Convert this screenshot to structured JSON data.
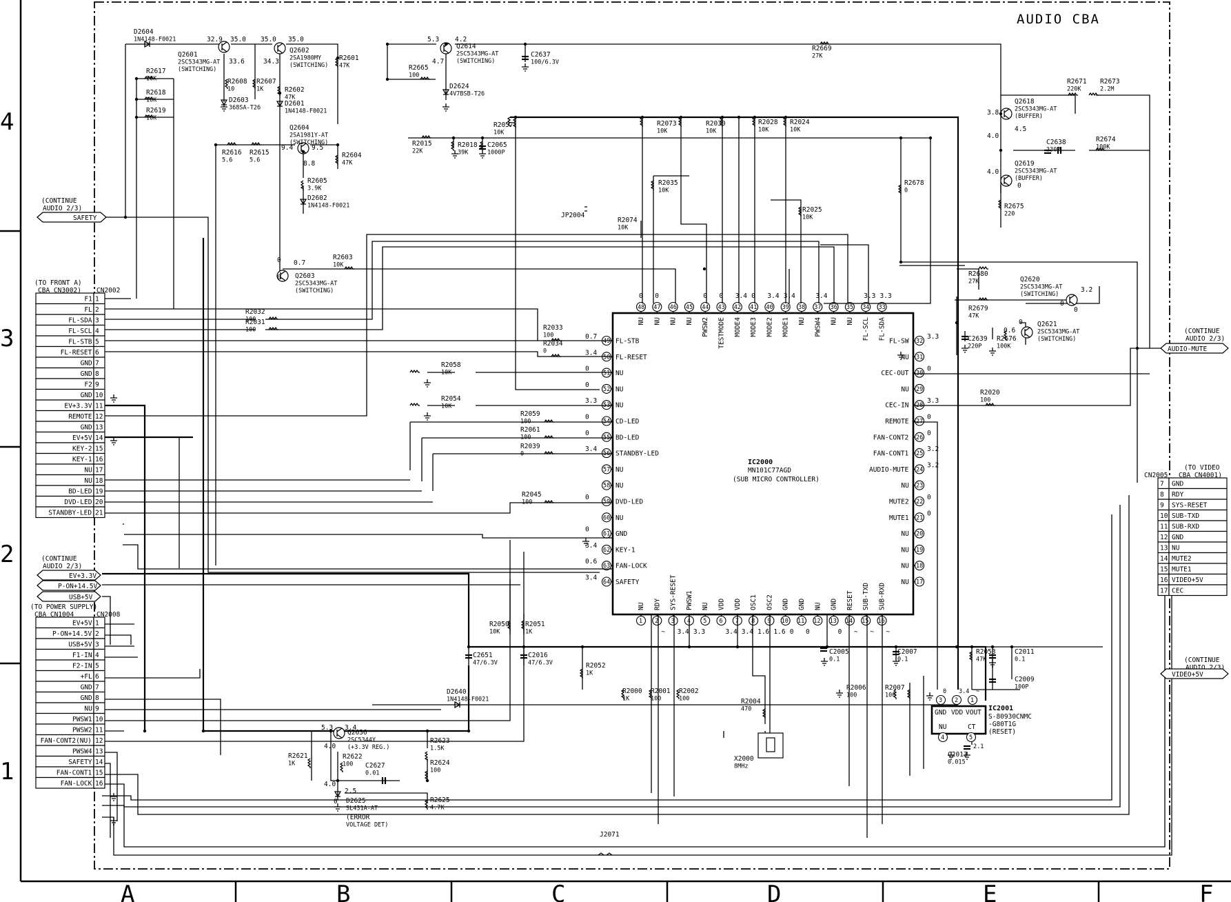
{
  "title": "AUDIO CBA",
  "grid": {
    "rows": [
      "4",
      "3",
      "2",
      "1"
    ],
    "cols": [
      "A",
      "B",
      "C",
      "D",
      "E",
      "F"
    ]
  },
  "ic_main": {
    "ref": "IC2000",
    "part": "MN101C77AGD",
    "desc": "(SUB MICRO CONTROLLER)",
    "left_pins": [
      {
        "n": "49",
        "name": "FL-STB",
        "v": "0.7"
      },
      {
        "n": "50",
        "name": "FL-RESET",
        "v": "3.4"
      },
      {
        "n": "51",
        "name": "NU",
        "v": "0"
      },
      {
        "n": "52",
        "name": "NU",
        "v": "0"
      },
      {
        "n": "53",
        "name": "NU",
        "v": "3.3"
      },
      {
        "n": "54",
        "name": "CD-LED",
        "v": "0"
      },
      {
        "n": "55",
        "name": "BD-LED",
        "v": "0"
      },
      {
        "n": "56",
        "name": "STANDBY-LED",
        "v": "3.4"
      },
      {
        "n": "57",
        "name": "NU",
        "v": ""
      },
      {
        "n": "58",
        "name": "NU",
        "v": ""
      },
      {
        "n": "59",
        "name": "DVD-LED",
        "v": "0"
      },
      {
        "n": "60",
        "name": "NU",
        "v": ""
      },
      {
        "n": "61",
        "name": "GND",
        "v": "0"
      },
      {
        "n": "62",
        "name": "KEY-1",
        "v": "3.4"
      },
      {
        "n": "63",
        "name": "FAN-LOCK",
        "v": "0.6"
      },
      {
        "n": "64",
        "name": "SAFETY",
        "v": "3.4"
      }
    ],
    "right_pins": [
      {
        "n": "32",
        "name": "FL-SW",
        "v": "3.3"
      },
      {
        "n": "31",
        "name": "NU",
        "v": ""
      },
      {
        "n": "30",
        "name": "CEC-OUT",
        "v": "0"
      },
      {
        "n": "29",
        "name": "NU",
        "v": ""
      },
      {
        "n": "28",
        "name": "CEC-IN",
        "v": "3.3"
      },
      {
        "n": "27",
        "name": "REMOTE",
        "v": "0"
      },
      {
        "n": "26",
        "name": "FAN-CONT2",
        "v": "0"
      },
      {
        "n": "25",
        "name": "FAN-CONT1",
        "v": "3.2"
      },
      {
        "n": "24",
        "name": "AUDIO-MUTE",
        "v": "3.2"
      },
      {
        "n": "23",
        "name": "NU",
        "v": ""
      },
      {
        "n": "22",
        "name": "MUTE2",
        "v": "0"
      },
      {
        "n": "21",
        "name": "MUTE1",
        "v": "0"
      },
      {
        "n": "20",
        "name": "NU",
        "v": ""
      },
      {
        "n": "19",
        "name": "NU",
        "v": ""
      },
      {
        "n": "18",
        "name": "NU",
        "v": ""
      },
      {
        "n": "17",
        "name": "NU",
        "v": ""
      }
    ],
    "top_pins": [
      {
        "n": "48",
        "name": "NU",
        "v": "0"
      },
      {
        "n": "47",
        "name": "NU",
        "v": "0"
      },
      {
        "n": "46",
        "name": "NU",
        "v": ""
      },
      {
        "n": "45",
        "name": "NU",
        "v": ""
      },
      {
        "n": "44",
        "name": "PWSW2",
        "v": "0"
      },
      {
        "n": "43",
        "name": "TESTMODE",
        "v": "0"
      },
      {
        "n": "42",
        "name": "MODE4",
        "v": "3.4"
      },
      {
        "n": "41",
        "name": "MODE3",
        "v": "0"
      },
      {
        "n": "40",
        "name": "MODE2",
        "v": "3.4"
      },
      {
        "n": "39",
        "name": "MODE1",
        "v": "3.4"
      },
      {
        "n": "38",
        "name": "NU",
        "v": ""
      },
      {
        "n": "37",
        "name": "PWSW4",
        "v": "3.4"
      },
      {
        "n": "36",
        "name": "NU",
        "v": ""
      },
      {
        "n": "35",
        "name": "NU",
        "v": ""
      },
      {
        "n": "34",
        "name": "FL-SCL",
        "v": "3.3"
      },
      {
        "n": "33",
        "name": "FL-SDA",
        "v": "3.3"
      }
    ],
    "bottom_pins": [
      {
        "n": "1",
        "name": "NU",
        "v": ""
      },
      {
        "n": "2",
        "name": "RDY",
        "v": "~"
      },
      {
        "n": "3",
        "name": "SYS-RESET",
        "v": "3.4"
      },
      {
        "n": "4",
        "name": "PWSW1",
        "v": "3.3"
      },
      {
        "n": "5",
        "name": "NU",
        "v": ""
      },
      {
        "n": "6",
        "name": "VDD",
        "v": "3.4"
      },
      {
        "n": "7",
        "name": "VDD",
        "v": "3.4"
      },
      {
        "n": "8",
        "name": "OSC1",
        "v": "1.6"
      },
      {
        "n": "9",
        "name": "OSC2",
        "v": "1.6"
      },
      {
        "n": "10",
        "name": "GND",
        "v": "0"
      },
      {
        "n": "11",
        "name": "GND",
        "v": "0"
      },
      {
        "n": "12",
        "name": "NU",
        "v": ""
      },
      {
        "n": "13",
        "name": "GND",
        "v": "0"
      },
      {
        "n": "14",
        "name": "RESET",
        "v": "~"
      },
      {
        "n": "15",
        "name": "SUB-TXD",
        "v": "~"
      },
      {
        "n": "16",
        "name": "SUB-RXD",
        "v": "~"
      }
    ]
  },
  "cn2002": {
    "ref": "CN2002",
    "head": [
      "(TO FRONT A)",
      "CBA CN3002)"
    ],
    "rows": [
      [
        "F1",
        "1"
      ],
      [
        "FL",
        "2"
      ],
      [
        "FL-SDA",
        "3"
      ],
      [
        "FL-SCL",
        "4"
      ],
      [
        "FL-STB",
        "5"
      ],
      [
        "FL-RESET",
        "6"
      ],
      [
        "GND",
        "7"
      ],
      [
        "GND",
        "8"
      ],
      [
        "F2",
        "9"
      ],
      [
        "GND",
        "10"
      ],
      [
        "EV+3.3V",
        "11"
      ],
      [
        "REMOTE",
        "12"
      ],
      [
        "GND",
        "13"
      ],
      [
        "EV+5V",
        "14"
      ],
      [
        "KEY-2",
        "15"
      ],
      [
        "KEY-1",
        "16"
      ],
      [
        "NU",
        "17"
      ],
      [
        "NU",
        "18"
      ],
      [
        "BD-LED",
        "19"
      ],
      [
        "DVD-LED",
        "20"
      ],
      [
        "STANDBY-LED",
        "21"
      ]
    ]
  },
  "cn2008": {
    "ref": "CN2008",
    "head": [
      "(TO POWER SUPPLY)",
      "CBA CN1004"
    ],
    "rows": [
      [
        "EV+5V",
        "1"
      ],
      [
        "P-ON+14.5V",
        "2"
      ],
      [
        "USB+5V",
        "3"
      ],
      [
        "F1-IN",
        "4"
      ],
      [
        "F2-IN",
        "5"
      ],
      [
        "+FL",
        "6"
      ],
      [
        "GND",
        "7"
      ],
      [
        "GND",
        "8"
      ],
      [
        "NU",
        "9"
      ],
      [
        "PWSW1",
        "10"
      ],
      [
        "PWSW2",
        "11"
      ],
      [
        "PWSW4",
        "13"
      ],
      [
        "SAFETY",
        "14"
      ],
      [
        "FAN-CONT1",
        "15"
      ],
      [
        "FAN-LOCK",
        "16"
      ]
    ],
    "row12": [
      "FAN-CONT2(NU)",
      "12"
    ]
  },
  "cn2005": {
    "ref": "CN2005",
    "head": [
      "(TO VIDEO",
      "CBA CN4001)"
    ],
    "rows": [
      [
        "7",
        "GND"
      ],
      [
        "8",
        "RDY"
      ],
      [
        "9",
        "SYS-RESET"
      ],
      [
        "10",
        "SUB-TXD"
      ],
      [
        "11",
        "SUB-RXD"
      ],
      [
        "12",
        "GND"
      ],
      [
        "13",
        "NU"
      ],
      [
        "14",
        "MUTE2"
      ],
      [
        "15",
        "MUTE1"
      ],
      [
        "16",
        "VIDEO+5V"
      ],
      [
        "17",
        "CEC"
      ]
    ]
  },
  "flags": {
    "safety": {
      "head": [
        "(CONTINUE",
        "AUDIO 2/3)"
      ],
      "label": "SAFETY"
    },
    "audio_mute": {
      "head": [
        "(CONTINUE",
        "AUDIO 2/3)"
      ],
      "label": "AUDIO-MUTE"
    },
    "video5v": {
      "head": [
        "(CONTINUE",
        "AUDIO 2/3)"
      ],
      "label": "VIDEO+5V"
    },
    "power_head": [
      "(CONTINUE",
      "AUDIO 2/3)"
    ],
    "power": [
      "EV+3.3V",
      "P-ON+14.5V",
      "USB+5V"
    ]
  },
  "ic2001": {
    "ref": "IC2001",
    "part": [
      "S-80930CNMC",
      "-G80T1G",
      "(RESET)"
    ],
    "pins_top": [
      "GND",
      "VDD",
      "VOUT"
    ],
    "pins_bottom": [
      "NU",
      "CT"
    ],
    "nums_top": [
      "3",
      "2",
      "1"
    ],
    "nums_bottom": [
      "4",
      "5"
    ],
    "volts": [
      "0",
      "3.4",
      "~",
      "2.1"
    ]
  },
  "labels": [
    {
      "id": "d2604",
      "lines": [
        "D2604",
        "1N4148-F0021"
      ]
    },
    {
      "id": "q2601",
      "lines": [
        "Q2601",
        "2SC5343MG-AT",
        "(SWITCHING)"
      ]
    },
    {
      "id": "q2602",
      "lines": [
        "Q2602",
        "2SA1980MY",
        "(SWITCHING)"
      ]
    },
    {
      "id": "r2601",
      "lines": [
        "R2601",
        "47K"
      ]
    },
    {
      "id": "r2617",
      "lines": [
        "R2617",
        "10K"
      ]
    },
    {
      "id": "r2618",
      "lines": [
        "R2618",
        "10K"
      ]
    },
    {
      "id": "r2619",
      "lines": [
        "R2619",
        "10K"
      ]
    },
    {
      "id": "r2608",
      "lines": [
        "R2608",
        "10"
      ]
    },
    {
      "id": "r2607",
      "lines": [
        "R2607",
        "1K"
      ]
    },
    {
      "id": "r2602",
      "lines": [
        "R2602",
        "47K"
      ]
    },
    {
      "id": "d2603",
      "lines": [
        "D2603",
        "368SA-T26"
      ]
    },
    {
      "id": "d2601",
      "lines": [
        "D2601",
        "1N4148-F0021"
      ]
    },
    {
      "id": "q2604",
      "lines": [
        "Q2604",
        "2SA1981Y-AT",
        "(SWITCHING)"
      ]
    },
    {
      "id": "r2616",
      "lines": [
        "R2616",
        "5.6"
      ]
    },
    {
      "id": "r2615",
      "lines": [
        "R2615",
        "5.6"
      ]
    },
    {
      "id": "r2604",
      "lines": [
        "R2604",
        "47K"
      ]
    },
    {
      "id": "r2605",
      "lines": [
        "R2605",
        "3.9K"
      ]
    },
    {
      "id": "d2602",
      "lines": [
        "D2602",
        "1N4148-F0021"
      ]
    },
    {
      "id": "q2603",
      "lines": [
        "Q2603",
        "2SC5343MG-AT",
        "(SWITCHING)"
      ]
    },
    {
      "id": "r2603",
      "lines": [
        "R2603",
        "10K"
      ]
    },
    {
      "id": "q2614",
      "lines": [
        "Q2614",
        "2SC5343MG-AT",
        "(SWITCHING)"
      ]
    },
    {
      "id": "r2665",
      "lines": [
        "R2665",
        "100"
      ]
    },
    {
      "id": "d2624",
      "lines": [
        "D2624",
        "4V7BSB-T26"
      ]
    },
    {
      "id": "c2637",
      "lines": [
        "C2637",
        "100/6.3V"
      ]
    },
    {
      "id": "r2669",
      "lines": [
        "R2669",
        "27K"
      ]
    },
    {
      "id": "r2015",
      "lines": [
        "R2015",
        "22K"
      ]
    },
    {
      "id": "r2018",
      "lines": [
        "R2018",
        "39K"
      ]
    },
    {
      "id": "c2065",
      "lines": [
        "C2065",
        "1000P"
      ]
    },
    {
      "id": "r2057",
      "lines": [
        "R2057",
        "10K"
      ]
    },
    {
      "id": "r2073",
      "lines": [
        "R2073",
        "10K"
      ]
    },
    {
      "id": "r2030",
      "lines": [
        "R2030",
        "10K"
      ]
    },
    {
      "id": "r2028",
      "lines": [
        "R2028",
        "10K"
      ]
    },
    {
      "id": "r2024",
      "lines": [
        "R2024",
        "10K"
      ]
    },
    {
      "id": "r2035",
      "lines": [
        "R2035",
        "10K"
      ]
    },
    {
      "id": "jp2004",
      "lines": [
        "JP2004"
      ]
    },
    {
      "id": "r2074",
      "lines": [
        "R2074",
        "10K"
      ]
    },
    {
      "id": "r2025",
      "lines": [
        "R2025",
        "10K"
      ]
    },
    {
      "id": "r2678",
      "lines": [
        "R2678",
        "0"
      ]
    },
    {
      "id": "r2671",
      "lines": [
        "R2671",
        "220K"
      ]
    },
    {
      "id": "r2673",
      "lines": [
        "R2673",
        "2.2M"
      ]
    },
    {
      "id": "q2618",
      "lines": [
        "Q2618",
        "2SC5343MG-AT",
        "(BUFFER)"
      ]
    },
    {
      "id": "c2638",
      "lines": [
        "C2638",
        "330P"
      ]
    },
    {
      "id": "r2674",
      "lines": [
        "R2674",
        "100K"
      ]
    },
    {
      "id": "q2619",
      "lines": [
        "Q2619",
        "2SC5343MG-AT",
        "(BUFFER)"
      ]
    },
    {
      "id": "r2675",
      "lines": [
        "R2675",
        "220"
      ]
    },
    {
      "id": "r2680",
      "lines": [
        "R2680",
        "27K"
      ]
    },
    {
      "id": "r2679",
      "lines": [
        "R2679",
        "47K"
      ]
    },
    {
      "id": "q2620",
      "lines": [
        "Q2620",
        "2SC5343MG-AT",
        "(SWITCHING)"
      ]
    },
    {
      "id": "q2621",
      "lines": [
        "Q2621",
        "2SC5343MG-AT",
        "(SWITCHING)"
      ]
    },
    {
      "id": "c2639",
      "lines": [
        "C2639",
        "220P"
      ]
    },
    {
      "id": "r2676",
      "lines": [
        "R2676",
        "100K"
      ]
    },
    {
      "id": "r2020",
      "lines": [
        "R2020",
        "100"
      ]
    },
    {
      "id": "r2033",
      "lines": [
        "R2033",
        "100"
      ]
    },
    {
      "id": "r2034",
      "lines": [
        "R2034",
        "0"
      ]
    },
    {
      "id": "r2032",
      "lines": [
        "R2032",
        "100"
      ]
    },
    {
      "id": "r2031",
      "lines": [
        "R2031",
        "100"
      ]
    },
    {
      "id": "r2058",
      "lines": [
        "R2058",
        "10K"
      ]
    },
    {
      "id": "r2054",
      "lines": [
        "R2054",
        "10K"
      ]
    },
    {
      "id": "r2059",
      "lines": [
        "R2059",
        "100"
      ]
    },
    {
      "id": "r2061",
      "lines": [
        "R2061",
        "100"
      ]
    },
    {
      "id": "r2039",
      "lines": [
        "R2039",
        "0"
      ]
    },
    {
      "id": "r2045",
      "lines": [
        "R2045",
        "100"
      ]
    },
    {
      "id": "r2050",
      "lines": [
        "R2050",
        "10K"
      ]
    },
    {
      "id": "r2051",
      "lines": [
        "R2051",
        "1K"
      ]
    },
    {
      "id": "c2651",
      "lines": [
        "C2651",
        "47/6.3V"
      ]
    },
    {
      "id": "c2016",
      "lines": [
        "C2016",
        "47/6.3V"
      ]
    },
    {
      "id": "r2052",
      "lines": [
        "R2052",
        "1K"
      ]
    },
    {
      "id": "d2640",
      "lines": [
        "D2640",
        "1N4148-F0021"
      ]
    },
    {
      "id": "q2636",
      "lines": [
        "Q2636",
        "2SC5344Y",
        "(+3.3V REG.)"
      ]
    },
    {
      "id": "r2621",
      "lines": [
        "R2621",
        "1K"
      ]
    },
    {
      "id": "r2622",
      "lines": [
        "R2622",
        "100"
      ]
    },
    {
      "id": "c2627",
      "lines": [
        "C2627",
        "0.01"
      ]
    },
    {
      "id": "r2623",
      "lines": [
        "R2623",
        "1.5K"
      ]
    },
    {
      "id": "r2624",
      "lines": [
        "R2624",
        "100"
      ]
    },
    {
      "id": "r2625",
      "lines": [
        "R2625",
        "4.7K"
      ]
    },
    {
      "id": "d2625",
      "lines": [
        "D2625",
        "SL431A-AT"
      ]
    },
    {
      "id": "err",
      "lines": [
        "(ERROR",
        "VOLTAGE DET)"
      ]
    },
    {
      "id": "r2000",
      "lines": [
        "R2000",
        "1K"
      ]
    },
    {
      "id": "r2001",
      "lines": [
        "R2001",
        "100"
      ]
    },
    {
      "id": "r2002",
      "lines": [
        "R2002",
        "100"
      ]
    },
    {
      "id": "r2004",
      "lines": [
        "R2004",
        "470"
      ]
    },
    {
      "id": "x2000",
      "lines": [
        "X2000",
        "8MHz"
      ]
    },
    {
      "id": "c2005",
      "lines": [
        "C2005",
        "0.1"
      ]
    },
    {
      "id": "c2007",
      "lines": [
        "C2007",
        "0.1"
      ]
    },
    {
      "id": "r2053",
      "lines": [
        "R2053",
        "47K"
      ]
    },
    {
      "id": "c2011",
      "lines": [
        "C2011",
        "0.1"
      ]
    },
    {
      "id": "c2009",
      "lines": [
        "C2009",
        "100P"
      ]
    },
    {
      "id": "r2006",
      "lines": [
        "R2006",
        "100"
      ]
    },
    {
      "id": "r2007",
      "lines": [
        "R2007",
        "100"
      ]
    },
    {
      "id": "c2013",
      "lines": [
        "C2013",
        "0.015"
      ]
    },
    {
      "id": "j2071",
      "lines": [
        "J2071"
      ]
    }
  ],
  "volts": [
    "32.9",
    "35.0",
    "35.0",
    "35.0",
    "33.6",
    "34.3",
    "9.4",
    "9.5",
    "8.8",
    "0",
    "0.7",
    "0",
    "5.3",
    "4.2",
    "4.7",
    "3.8",
    "4.5",
    "4.0",
    "4.0",
    "0",
    "3.2",
    "0",
    "0",
    "0",
    "0.6",
    "5.3",
    "3.4",
    "4.0",
    "4.0",
    "2.5",
    "0"
  ]
}
